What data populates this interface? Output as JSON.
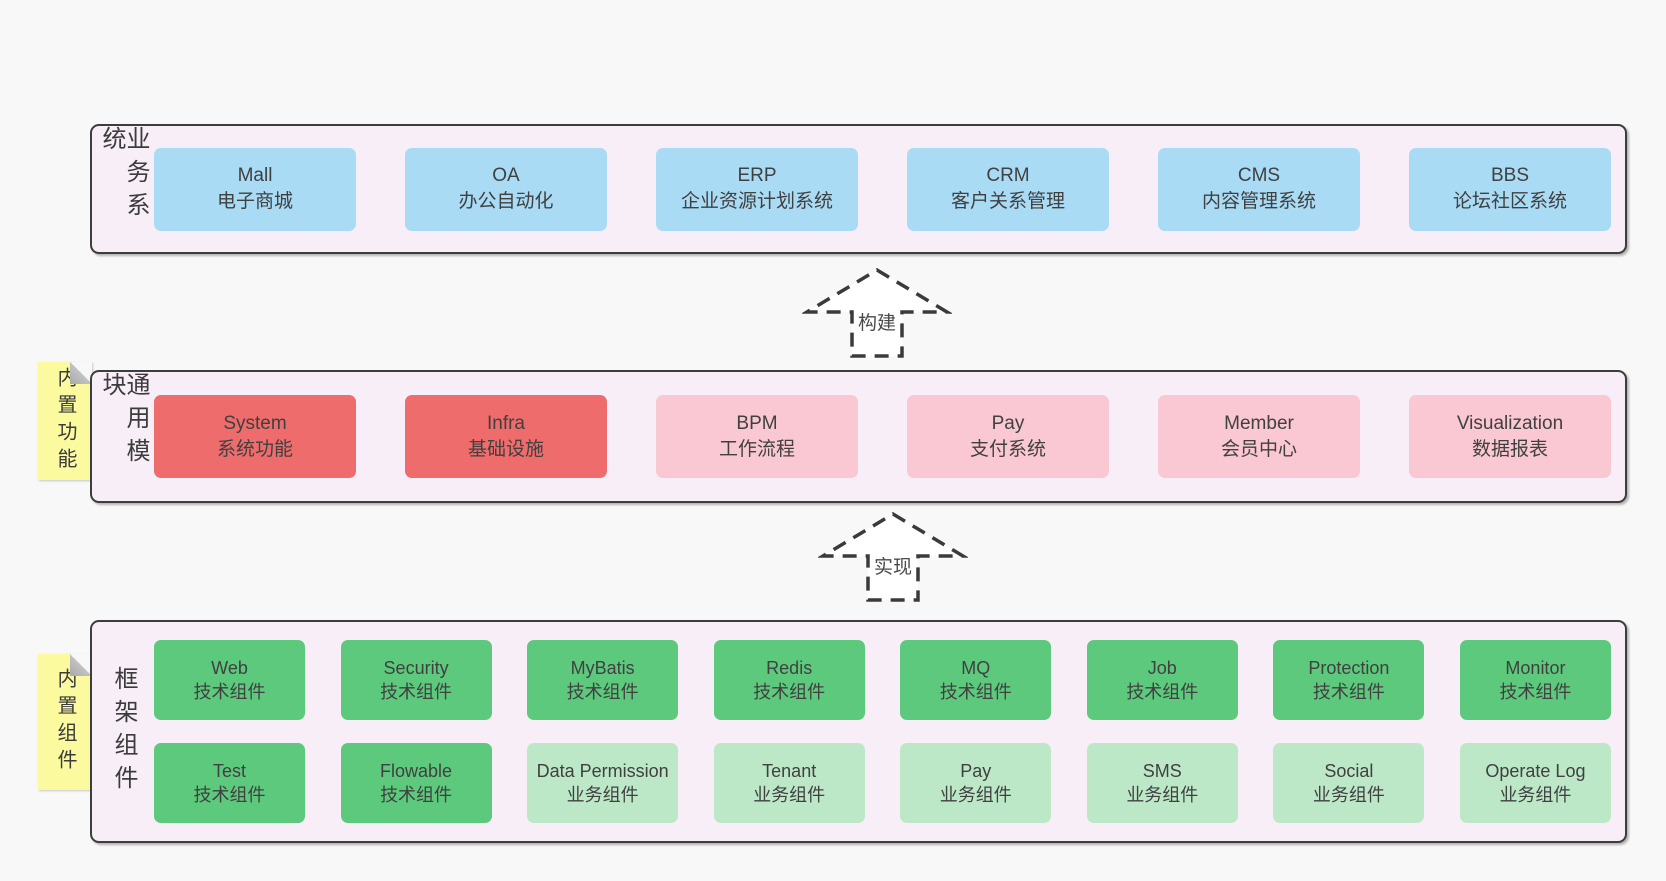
{
  "page": {
    "background": "#f8f8f8"
  },
  "colors": {
    "container_bg": "#f8eef7",
    "container_border": "#3d3d3d",
    "blue": "#a9dbf5",
    "red": "#ef6c6c",
    "pink": "#fac8d2",
    "green": "#5dc97d",
    "light_green": "#bce8c8",
    "sticky_yellow": "#fbfa9e",
    "text": "#404040"
  },
  "layers": {
    "business": {
      "label": "业务系统",
      "boxes": [
        {
          "en": "Mall",
          "zh": "电子商城"
        },
        {
          "en": "OA",
          "zh": "办公自动化"
        },
        {
          "en": "ERP",
          "zh": "企业资源计划系统"
        },
        {
          "en": "CRM",
          "zh": "客户关系管理"
        },
        {
          "en": "CMS",
          "zh": "内容管理系统"
        },
        {
          "en": "BBS",
          "zh": "论坛社区系统"
        }
      ]
    },
    "modules": {
      "label": "通用模块",
      "sticky": "内置功能",
      "boxes": [
        {
          "en": "System",
          "zh": "系统功能"
        },
        {
          "en": "Infra",
          "zh": "基础设施"
        },
        {
          "en": "BPM",
          "zh": "工作流程"
        },
        {
          "en": "Pay",
          "zh": "支付系统"
        },
        {
          "en": "Member",
          "zh": "会员中心"
        },
        {
          "en": "Visualization",
          "zh": "数据报表"
        }
      ]
    },
    "framework": {
      "label": "框架组件",
      "sticky": "内置组件",
      "row1": [
        {
          "en": "Web",
          "zh": "技术组件"
        },
        {
          "en": "Security",
          "zh": "技术组件"
        },
        {
          "en": "MyBatis",
          "zh": "技术组件"
        },
        {
          "en": "Redis",
          "zh": "技术组件"
        },
        {
          "en": "MQ",
          "zh": "技术组件"
        },
        {
          "en": "Job",
          "zh": "技术组件"
        },
        {
          "en": "Protection",
          "zh": "技术组件"
        },
        {
          "en": "Monitor",
          "zh": "技术组件"
        }
      ],
      "row2": [
        {
          "en": "Test",
          "zh": "技术组件"
        },
        {
          "en": "Flowable",
          "zh": "技术组件"
        },
        {
          "en": "Data Permission",
          "zh": "业务组件"
        },
        {
          "en": "Tenant",
          "zh": "业务组件"
        },
        {
          "en": "Pay",
          "zh": "业务组件"
        },
        {
          "en": "SMS",
          "zh": "业务组件"
        },
        {
          "en": "Social",
          "zh": "业务组件"
        },
        {
          "en": "Operate Log",
          "zh": "业务组件"
        }
      ]
    }
  },
  "arrows": {
    "build": {
      "label": "构建"
    },
    "implement": {
      "label": "实现"
    }
  }
}
